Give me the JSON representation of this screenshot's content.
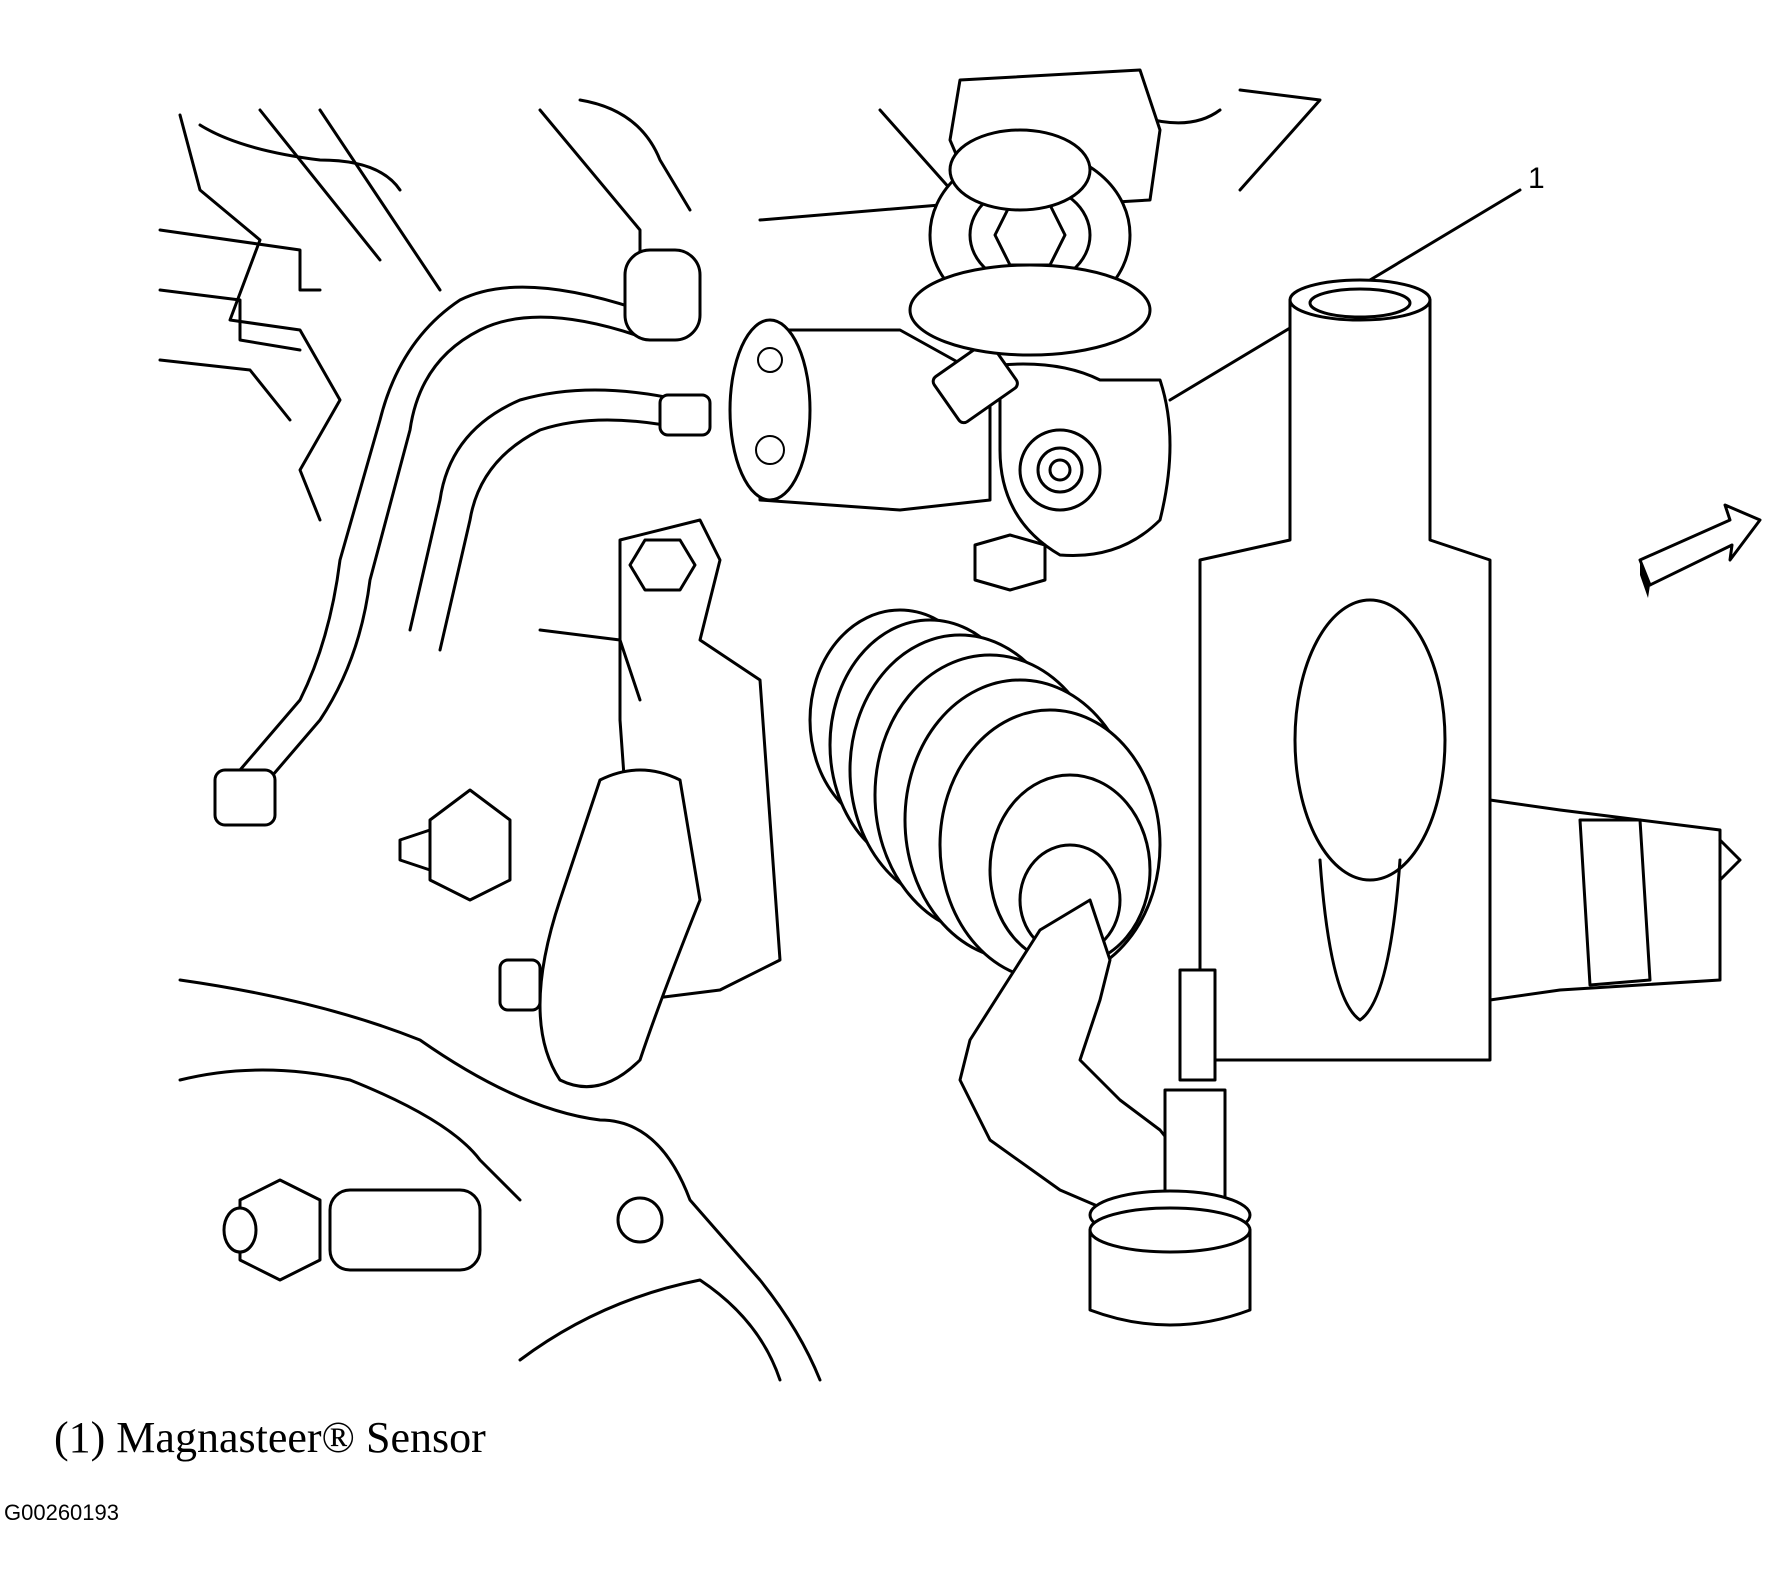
{
  "diagram": {
    "callouts": [
      {
        "number": "1"
      }
    ],
    "caption": "(1) Magnasteer® Sensor",
    "figure_id": "G00260193",
    "icons": [
      "direction-arrow-icon"
    ]
  }
}
